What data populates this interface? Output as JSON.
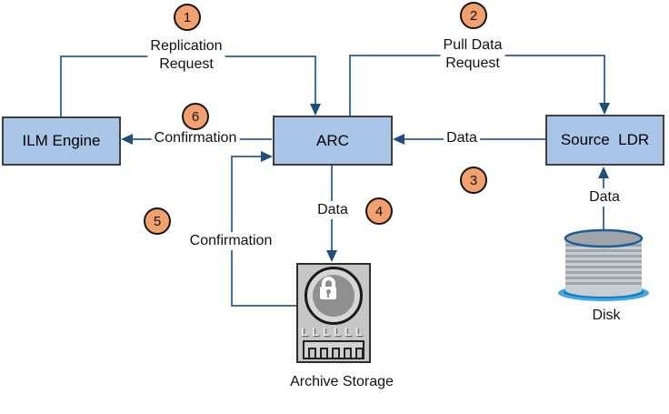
{
  "nodes": {
    "ilm_engine": {
      "label": "ILM Engine"
    },
    "arc": {
      "label": "ARC"
    },
    "source_ldr": {
      "label": "Source  LDR"
    }
  },
  "flow_labels": {
    "replication_request": "Replication\nRequest",
    "pull_data_request": "Pull Data\nRequest",
    "data_ldr_to_arc": "Data",
    "data_arc_to_archive": "Data",
    "confirmation_archive_to_arc": "Confirmation",
    "confirmation_arc_to_ilm": "Confirmation",
    "data_disk_to_ldr": "Data"
  },
  "step_badges": {
    "step1": "1",
    "step2": "2",
    "step3": "3",
    "step4": "4",
    "step5": "5",
    "step6": "6"
  },
  "icons": {
    "archive_storage": {
      "label": "Archive Storage",
      "lock_letters": "LLLLLL"
    },
    "disk": {
      "label": "Disk"
    }
  },
  "colors": {
    "line": "#41719C",
    "arrowhead": "#1F4E79",
    "node_fill": "#A9C5E8",
    "node_border": "#3F3F42",
    "badge_fill": "#F2A16E"
  }
}
